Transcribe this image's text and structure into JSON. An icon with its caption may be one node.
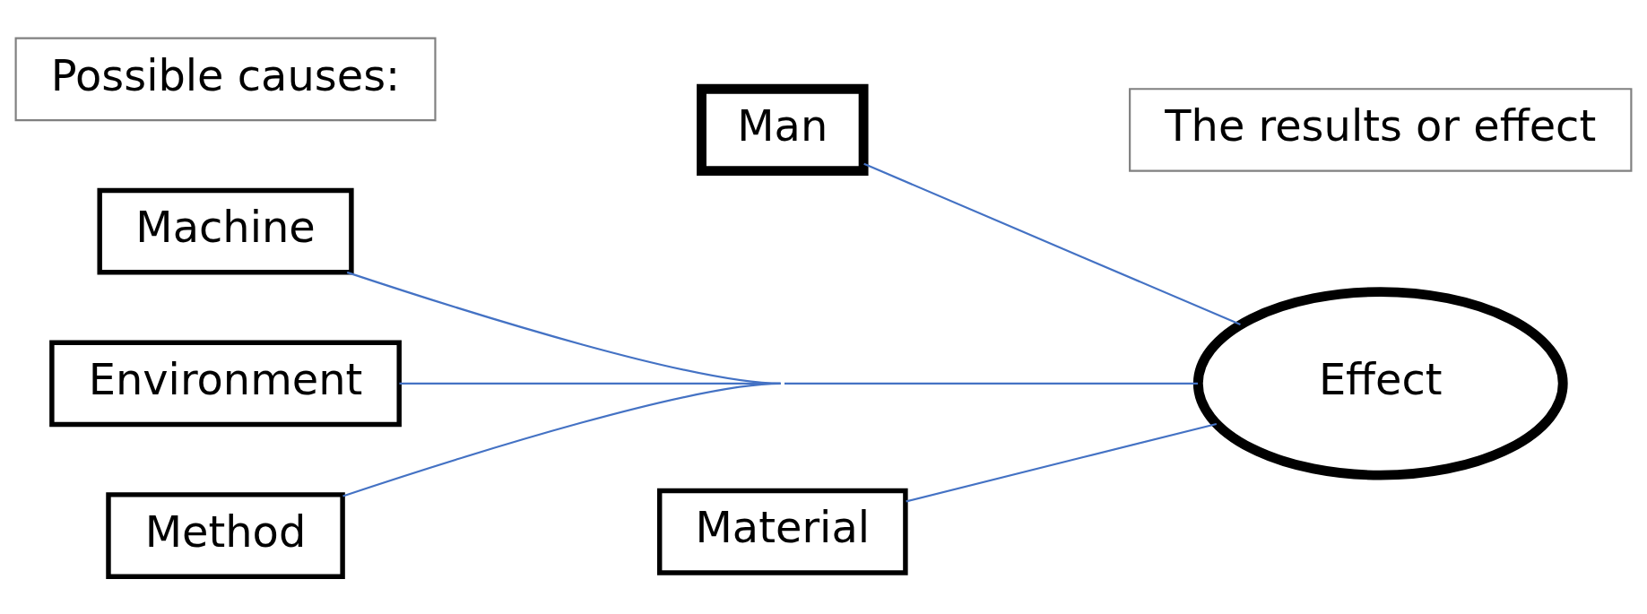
{
  "diagram": {
    "nodes": [
      {
        "text": [
          "Possible causes:"
        ]
      },
      {
        "text": [
          "The results or effect"
        ]
      },
      {
        "text": [
          "Machine"
        ]
      },
      {
        "text": [
          "Man"
        ]
      },
      {
        "text": [
          "Environment"
        ]
      },
      {
        "text": [
          "Effect"
        ]
      },
      {
        "text": [
          "Method"
        ]
      },
      {
        "text": [
          "Material"
        ]
      }
    ],
    "edges": [
      {
        "from": 2,
        "to": 5,
        "arrow": "none"
      },
      {
        "from": 4,
        "to": 5,
        "arrow": "none"
      },
      {
        "from": 6,
        "to": 5,
        "arrow": "none"
      },
      {
        "from": 3,
        "to": 5,
        "arrow": "none"
      },
      {
        "from": 7,
        "to": 5,
        "arrow": "none"
      }
    ]
  }
}
